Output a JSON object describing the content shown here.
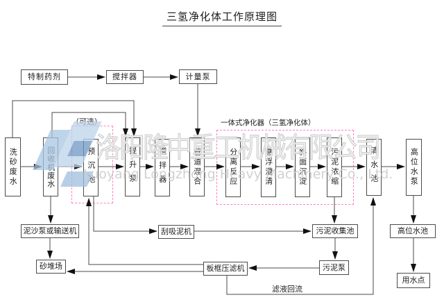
{
  "title": "三氢净化体工作原理图",
  "watermark": {
    "company_cn": "洛阳隆中重工机械有限公司",
    "company_en": "Luoyang Longzhong Heavy Machinery Co., Ltd.",
    "logo": "LZ-monogram"
  },
  "annotations": {
    "optional": "（可选）",
    "integrated_unit": "一体式净化器（三氢净化体）",
    "filtrate_return": "滤液回流"
  },
  "nodes": {
    "special_agent": {
      "label": "特制药剂"
    },
    "mixer_top": {
      "label": "搅拌器"
    },
    "metering_pump": {
      "label": "计量泵"
    },
    "sand_washing_wastewater": {
      "label": "洗砂废水"
    },
    "recycler_wastewater": {
      "label": "回收机废水"
    },
    "pre_sedimentation_tank": {
      "label": "预沉池"
    },
    "lift_pump": {
      "label": "提升泵"
    },
    "mixer_main": {
      "label": "搅拌器"
    },
    "pipeline_mixing": {
      "label": "管道混合"
    },
    "separation_reaction": {
      "label": "分离反应"
    },
    "suspension_clarification": {
      "label": "悬浮澄清"
    },
    "inclined_sedimentation": {
      "label": "斜面沉淀"
    },
    "sludge_thickening": {
      "label": "污泥浓缩"
    },
    "clear_water_tank": {
      "label": "清水池"
    },
    "high_level_pump": {
      "label": "高位水泵"
    },
    "sediment_pump_or_conveyor": {
      "label": "泥沙泵或输送机"
    },
    "sand_yard": {
      "label": "砂堆场"
    },
    "mud_scraper": {
      "label": "刮吸泥机"
    },
    "filter_press": {
      "label": "板框压滤机"
    },
    "sludge_collection_tank": {
      "label": "污泥收集池"
    },
    "sludge_pump": {
      "label": "污泥泵"
    },
    "high_level_tank": {
      "label": "高位水池"
    },
    "water_use_point": {
      "label": "用水点"
    }
  },
  "edges": [
    "特制药剂→搅拌器",
    "搅拌器→计量泵",
    "计量泵→管道混合",
    "洗砂废水→回收机废水",
    "回收机废水→预沉池",
    "预沉池→提升泵",
    "提升泵→搅拌器",
    "搅拌器→管道混合",
    "管道混合→分离反应",
    "分离反应→悬浮澄清",
    "悬浮澄清→斜面沉淀",
    "斜面沉淀→污泥浓缩",
    "污泥浓缩→清水池",
    "清水池→高位水泵",
    "高位水泵→高位水池",
    "高位水池→用水点",
    "洗砂废水→提升泵(旁路)",
    "回收机废水→提升泵(旁路)",
    "回收机废水→泥沙泵或输送机",
    "泥沙泵或输送机→砂堆场",
    "预沉池→刮吸泥机",
    "刮吸泥机→污泥收集池",
    "污泥浓缩→污泥收集池",
    "污泥收集池→污泥泵",
    "污泥泵→板框压滤机",
    "板框压滤机→预沉池(回流)",
    "板框压滤机→砂堆场",
    "板框压滤机→清水池(滤液回流)"
  ],
  "colors": {
    "line": "#4a4a4a",
    "dashed_region": "#ff7fc4",
    "watermark_gray": "#cccccc",
    "watermark_blue": "#a9c6e2"
  }
}
